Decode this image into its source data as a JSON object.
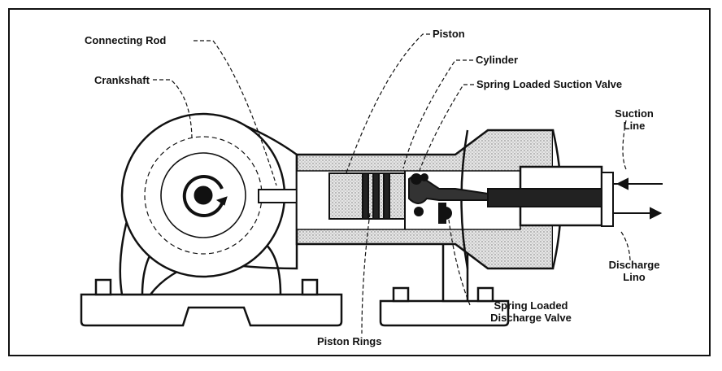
{
  "labels": {
    "connecting_rod": "Connecting Rod",
    "crankshaft": "Crankshaft",
    "piston": "Piston",
    "cylinder": "Cylinder",
    "suction_valve": "Spring Loaded Suction Valve",
    "suction_line_1": "Suction",
    "suction_line_2": "Line",
    "discharge_line_1": "Discharge",
    "discharge_line_2": "Lino",
    "piston_rings": "Piston Rings",
    "discharge_valve_1": "Spring Loaded",
    "discharge_valve_2": "Discharge Valve"
  },
  "colors": {
    "ink": "#111111",
    "stipple": "#9a9a9a",
    "background": "#ffffff"
  }
}
